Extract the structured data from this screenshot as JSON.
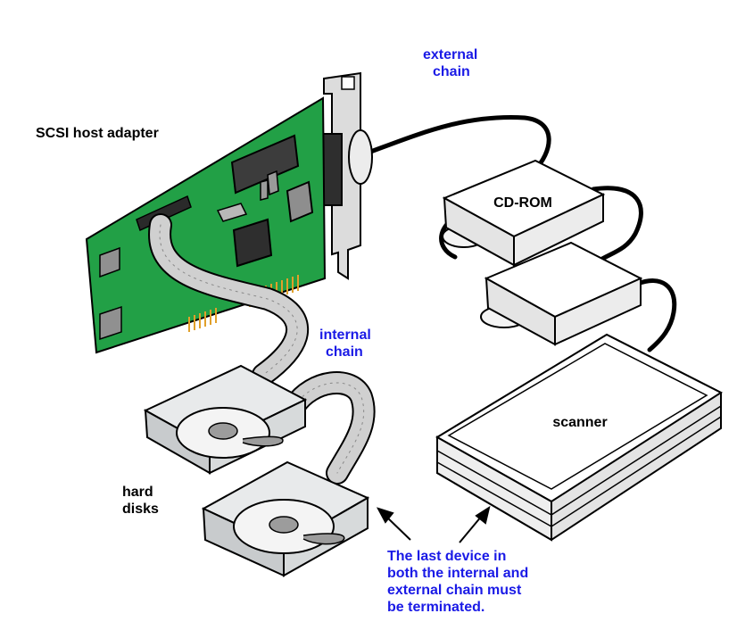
{
  "colors": {
    "board": "#22a046",
    "board_dark": "#17803a",
    "chip": "#9a9a9a",
    "chip_dark": "#505050",
    "bracket": "#dcdcdc",
    "cable": "#d0d0d0",
    "device_top": "#ffffff",
    "device_side": "#e4e4e4",
    "disk_box": "#c8cbcd",
    "contacts": "#e1a02a",
    "annotation_text": "#1a1ae6"
  },
  "labels": {
    "host_adapter": "SCSI host adapter",
    "external_chain_line1": "external",
    "external_chain_line2": "chain",
    "internal_chain_line1": "internal",
    "internal_chain_line2": "chain",
    "cdrom": "CD-ROM",
    "scanner": "scanner",
    "hard_disks_line1": "hard",
    "hard_disks_line2": "disks",
    "note_line1": "The last device in",
    "note_line2": "both the internal and",
    "note_line3": "external chain must",
    "note_line4": "be terminated."
  }
}
